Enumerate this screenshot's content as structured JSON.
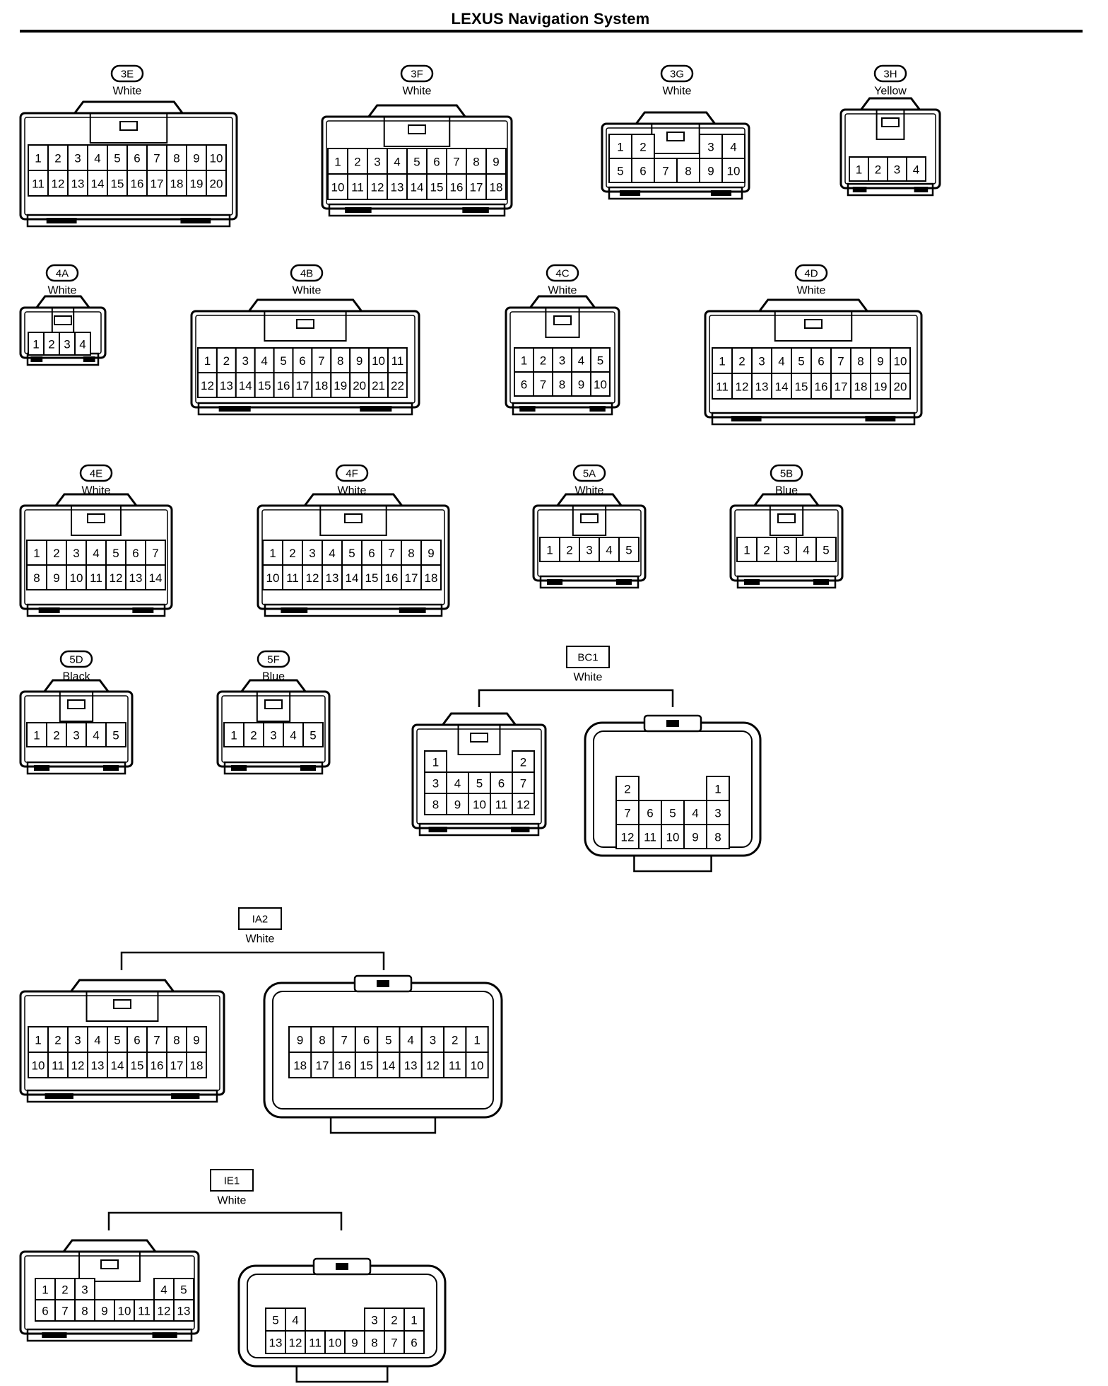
{
  "title": "LEXUS Navigation System",
  "connectors": [
    {
      "id": "3E",
      "color": "White",
      "rows": [
        [
          "1",
          "2",
          "3",
          "4",
          "5",
          "6",
          "7",
          "8",
          "9",
          "10"
        ],
        [
          "11",
          "12",
          "13",
          "14",
          "15",
          "16",
          "17",
          "18",
          "19",
          "20"
        ]
      ]
    },
    {
      "id": "3F",
      "color": "White",
      "rows": [
        [
          "1",
          "2",
          "3",
          "4",
          "5",
          "6",
          "7",
          "8",
          "9"
        ],
        [
          "10",
          "11",
          "12",
          "13",
          "14",
          "15",
          "16",
          "17",
          "18"
        ]
      ]
    },
    {
      "id": "3G",
      "color": "White",
      "rows": [
        [
          "1",
          "2",
          "",
          "",
          "3",
          "4"
        ],
        [
          "5",
          "6",
          "7",
          "8",
          "9",
          "10"
        ]
      ]
    },
    {
      "id": "3H",
      "color": "Yellow",
      "rows": [
        [
          "1",
          "2",
          "3",
          "4"
        ]
      ]
    },
    {
      "id": "4A",
      "color": "White",
      "rows": [
        [
          "1",
          "2",
          "3",
          "4"
        ]
      ]
    },
    {
      "id": "4B",
      "color": "White",
      "rows": [
        [
          "1",
          "2",
          "3",
          "4",
          "5",
          "6",
          "7",
          "8",
          "9",
          "10",
          "11"
        ],
        [
          "12",
          "13",
          "14",
          "15",
          "16",
          "17",
          "18",
          "19",
          "20",
          "21",
          "22"
        ]
      ]
    },
    {
      "id": "4C",
      "color": "White",
      "rows": [
        [
          "1",
          "2",
          "3",
          "4",
          "5"
        ],
        [
          "6",
          "7",
          "8",
          "9",
          "10"
        ]
      ]
    },
    {
      "id": "4D",
      "color": "White",
      "rows": [
        [
          "1",
          "2",
          "3",
          "4",
          "5",
          "6",
          "7",
          "8",
          "9",
          "10"
        ],
        [
          "11",
          "12",
          "13",
          "14",
          "15",
          "16",
          "17",
          "18",
          "19",
          "20"
        ]
      ]
    },
    {
      "id": "4E",
      "color": "White",
      "rows": [
        [
          "1",
          "2",
          "3",
          "4",
          "5",
          "6",
          "7"
        ],
        [
          "8",
          "9",
          "10",
          "11",
          "12",
          "13",
          "14"
        ]
      ]
    },
    {
      "id": "4F",
      "color": "White",
      "rows": [
        [
          "1",
          "2",
          "3",
          "4",
          "5",
          "6",
          "7",
          "8",
          "9"
        ],
        [
          "10",
          "11",
          "12",
          "13",
          "14",
          "15",
          "16",
          "17",
          "18"
        ]
      ]
    },
    {
      "id": "5A",
      "color": "White",
      "rows": [
        [
          "1",
          "2",
          "3",
          "4",
          "5"
        ]
      ]
    },
    {
      "id": "5B",
      "color": "Blue",
      "rows": [
        [
          "1",
          "2",
          "3",
          "4",
          "5"
        ]
      ]
    },
    {
      "id": "5D",
      "color": "Black",
      "rows": [
        [
          "1",
          "2",
          "3",
          "4",
          "5"
        ]
      ]
    },
    {
      "id": "5F",
      "color": "Blue",
      "rows": [
        [
          "1",
          "2",
          "3",
          "4",
          "5"
        ]
      ]
    }
  ],
  "pairs": [
    {
      "id": "BC1",
      "color": "White",
      "left": {
        "rows": [
          [
            "1",
            "",
            "",
            "",
            "2"
          ],
          [
            "3",
            "4",
            "5",
            "6",
            "7"
          ],
          [
            "8",
            "9",
            "10",
            "11",
            "12"
          ]
        ]
      },
      "right": {
        "rows": [
          [
            "2",
            "",
            "",
            "",
            "1"
          ],
          [
            "7",
            "6",
            "5",
            "4",
            "3"
          ],
          [
            "12",
            "11",
            "10",
            "9",
            "8"
          ]
        ]
      }
    },
    {
      "id": "IA2",
      "color": "White",
      "left": {
        "rows": [
          [
            "1",
            "2",
            "3",
            "4",
            "5",
            "6",
            "7",
            "8",
            "9"
          ],
          [
            "10",
            "11",
            "12",
            "13",
            "14",
            "15",
            "16",
            "17",
            "18"
          ]
        ]
      },
      "right": {
        "rows": [
          [
            "9",
            "8",
            "7",
            "6",
            "5",
            "4",
            "3",
            "2",
            "1"
          ],
          [
            "18",
            "17",
            "16",
            "15",
            "14",
            "13",
            "12",
            "11",
            "10"
          ]
        ]
      }
    },
    {
      "id": "IE1",
      "color": "White",
      "left": {
        "rows": [
          [
            "1",
            "2",
            "3",
            "",
            "",
            "",
            "4",
            "5"
          ],
          [
            "6",
            "7",
            "8",
            "9",
            "10",
            "11",
            "12",
            "13"
          ]
        ]
      },
      "right": {
        "rows": [
          [
            "5",
            "4",
            "",
            "",
            "",
            "3",
            "2",
            "1"
          ],
          [
            "13",
            "12",
            "11",
            "10",
            "9",
            "8",
            "7",
            "6"
          ]
        ]
      }
    }
  ]
}
